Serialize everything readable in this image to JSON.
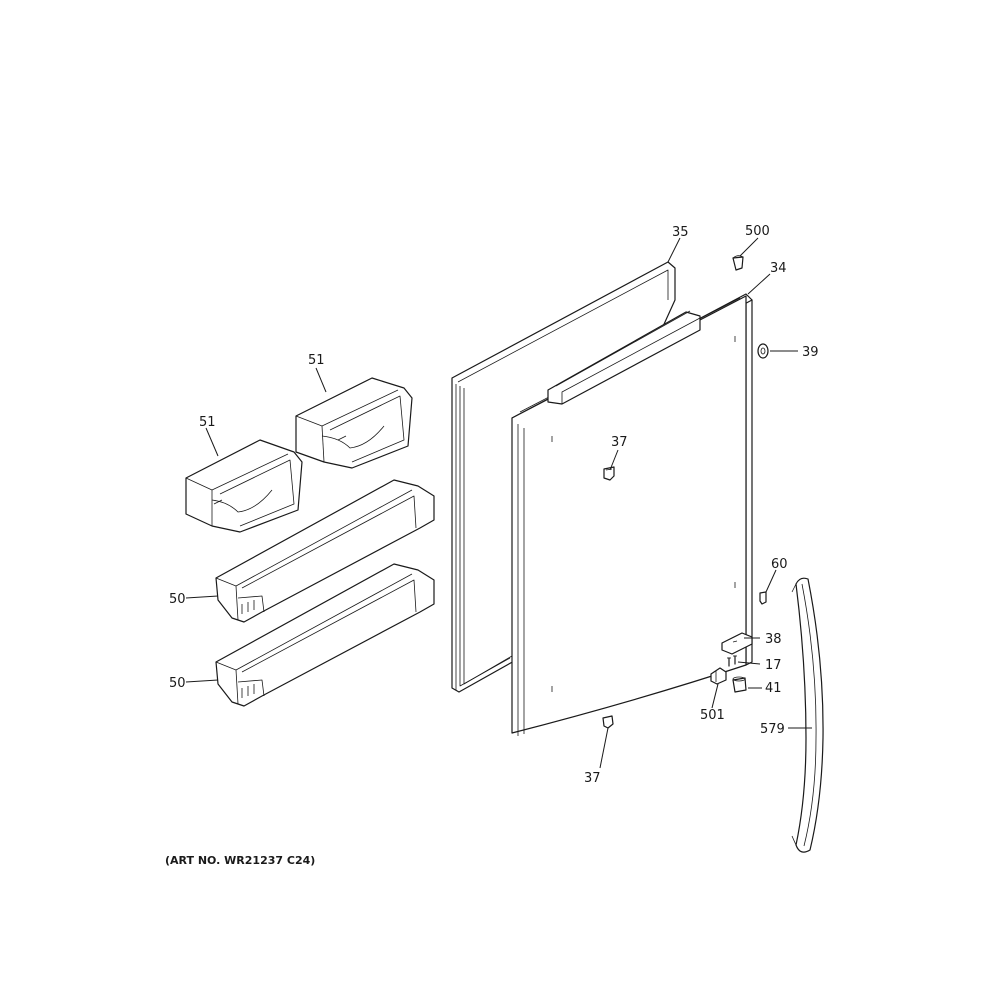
{
  "callouts": {
    "c35": "35",
    "c500": "500",
    "c34": "34",
    "c39": "39",
    "c51a": "51",
    "c51b": "51",
    "c37a": "37",
    "c37b": "37",
    "c60": "60",
    "c38": "38",
    "c17": "17",
    "c41": "41",
    "c501": "501",
    "c579": "579",
    "c50a": "50",
    "c50b": "50"
  },
  "art_number": "(ART NO. WR21237 C24)"
}
